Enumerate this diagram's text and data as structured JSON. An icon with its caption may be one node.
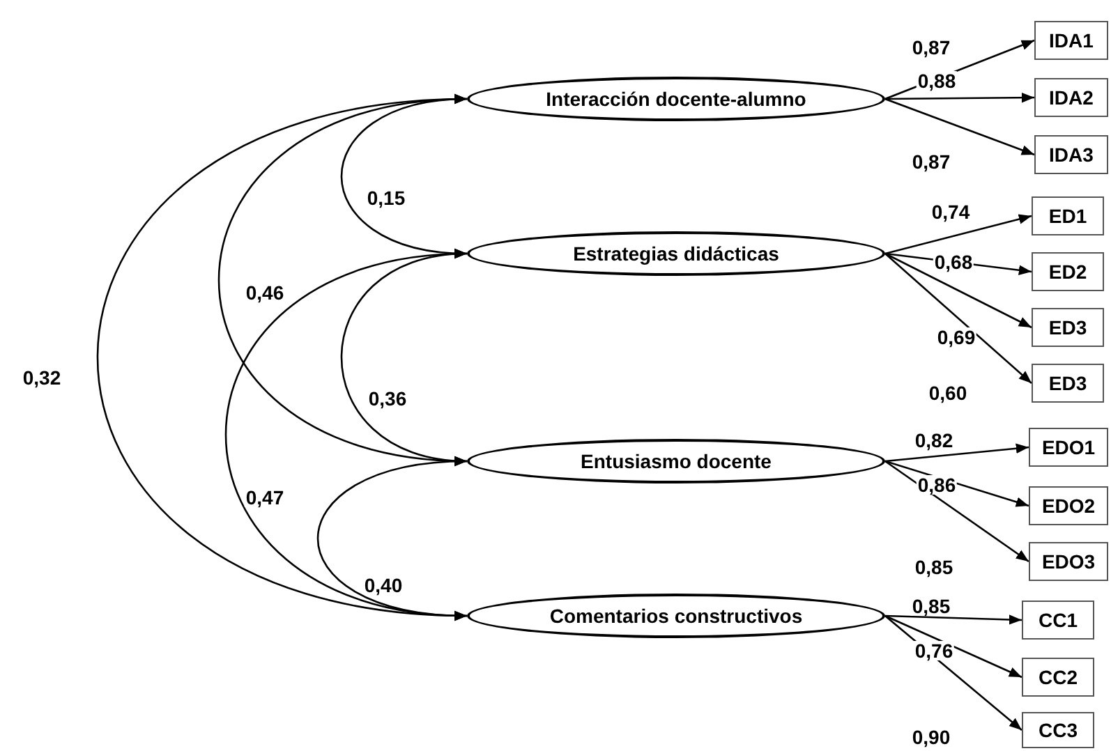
{
  "diagram": {
    "nodes": [
      {
        "text": [
          "Interacción docente-alumno"
        ]
      },
      {
        "text": [
          "Estrategias didácticas"
        ]
      },
      {
        "text": [
          "Entusiasmo docente"
        ]
      },
      {
        "text": [
          "Comentarios constructivos"
        ]
      },
      {
        "text": [
          "IDA1"
        ]
      },
      {
        "text": [
          "IDA2"
        ]
      },
      {
        "text": [
          "IDA3"
        ]
      },
      {
        "text": [
          "ED1"
        ]
      },
      {
        "text": [
          "ED2"
        ]
      },
      {
        "text": [
          "ED3"
        ]
      },
      {
        "text": [
          "ED3"
        ]
      },
      {
        "text": [
          "EDO1"
        ]
      },
      {
        "text": [
          "EDO2"
        ]
      },
      {
        "text": [
          "EDO3"
        ]
      },
      {
        "text": [
          "CC1"
        ]
      },
      {
        "text": [
          "CC2"
        ]
      },
      {
        "text": [
          "CC3"
        ]
      }
    ],
    "edges": [
      {
        "from": 0,
        "to": 1,
        "arrow": "both",
        "label": "0,15"
      },
      {
        "from": 0,
        "to": 2,
        "arrow": "both",
        "label": "0,46"
      },
      {
        "from": 1,
        "to": 2,
        "arrow": "both",
        "label": "0,36"
      },
      {
        "from": 1,
        "to": 3,
        "arrow": "both",
        "label": "0,47"
      },
      {
        "from": 2,
        "to": 3,
        "arrow": "both",
        "label": "0,40"
      },
      {
        "from": 0,
        "to": 3,
        "arrow": "both",
        "label": "0,32"
      },
      {
        "from": 0,
        "to": 4,
        "arrow": "to",
        "label": "0,87"
      },
      {
        "from": 0,
        "to": 5,
        "arrow": "to",
        "label": "0,88"
      },
      {
        "from": 0,
        "to": 6,
        "arrow": "to",
        "label": "0,87"
      },
      {
        "from": 1,
        "to": 7,
        "arrow": "to",
        "label": "0,74"
      },
      {
        "from": 1,
        "to": 8,
        "arrow": "to",
        "label": "0,68"
      },
      {
        "from": 1,
        "to": 9,
        "arrow": "to",
        "label": "0,69"
      },
      {
        "from": 1,
        "to": 10,
        "arrow": "to",
        "label": "0,60"
      },
      {
        "from": 2,
        "to": 11,
        "arrow": "to",
        "label": "0,82"
      },
      {
        "from": 2,
        "to": 12,
        "arrow": "to",
        "label": "0,86"
      },
      {
        "from": 2,
        "to": 13,
        "arrow": "to",
        "label": "0,85"
      },
      {
        "from": 3,
        "to": 14,
        "arrow": "to",
        "label": "0,85"
      },
      {
        "from": 3,
        "to": 15,
        "arrow": "to",
        "label": "0,76"
      },
      {
        "from": 3,
        "to": 16,
        "arrow": "to",
        "label": "0,90"
      }
    ]
  }
}
